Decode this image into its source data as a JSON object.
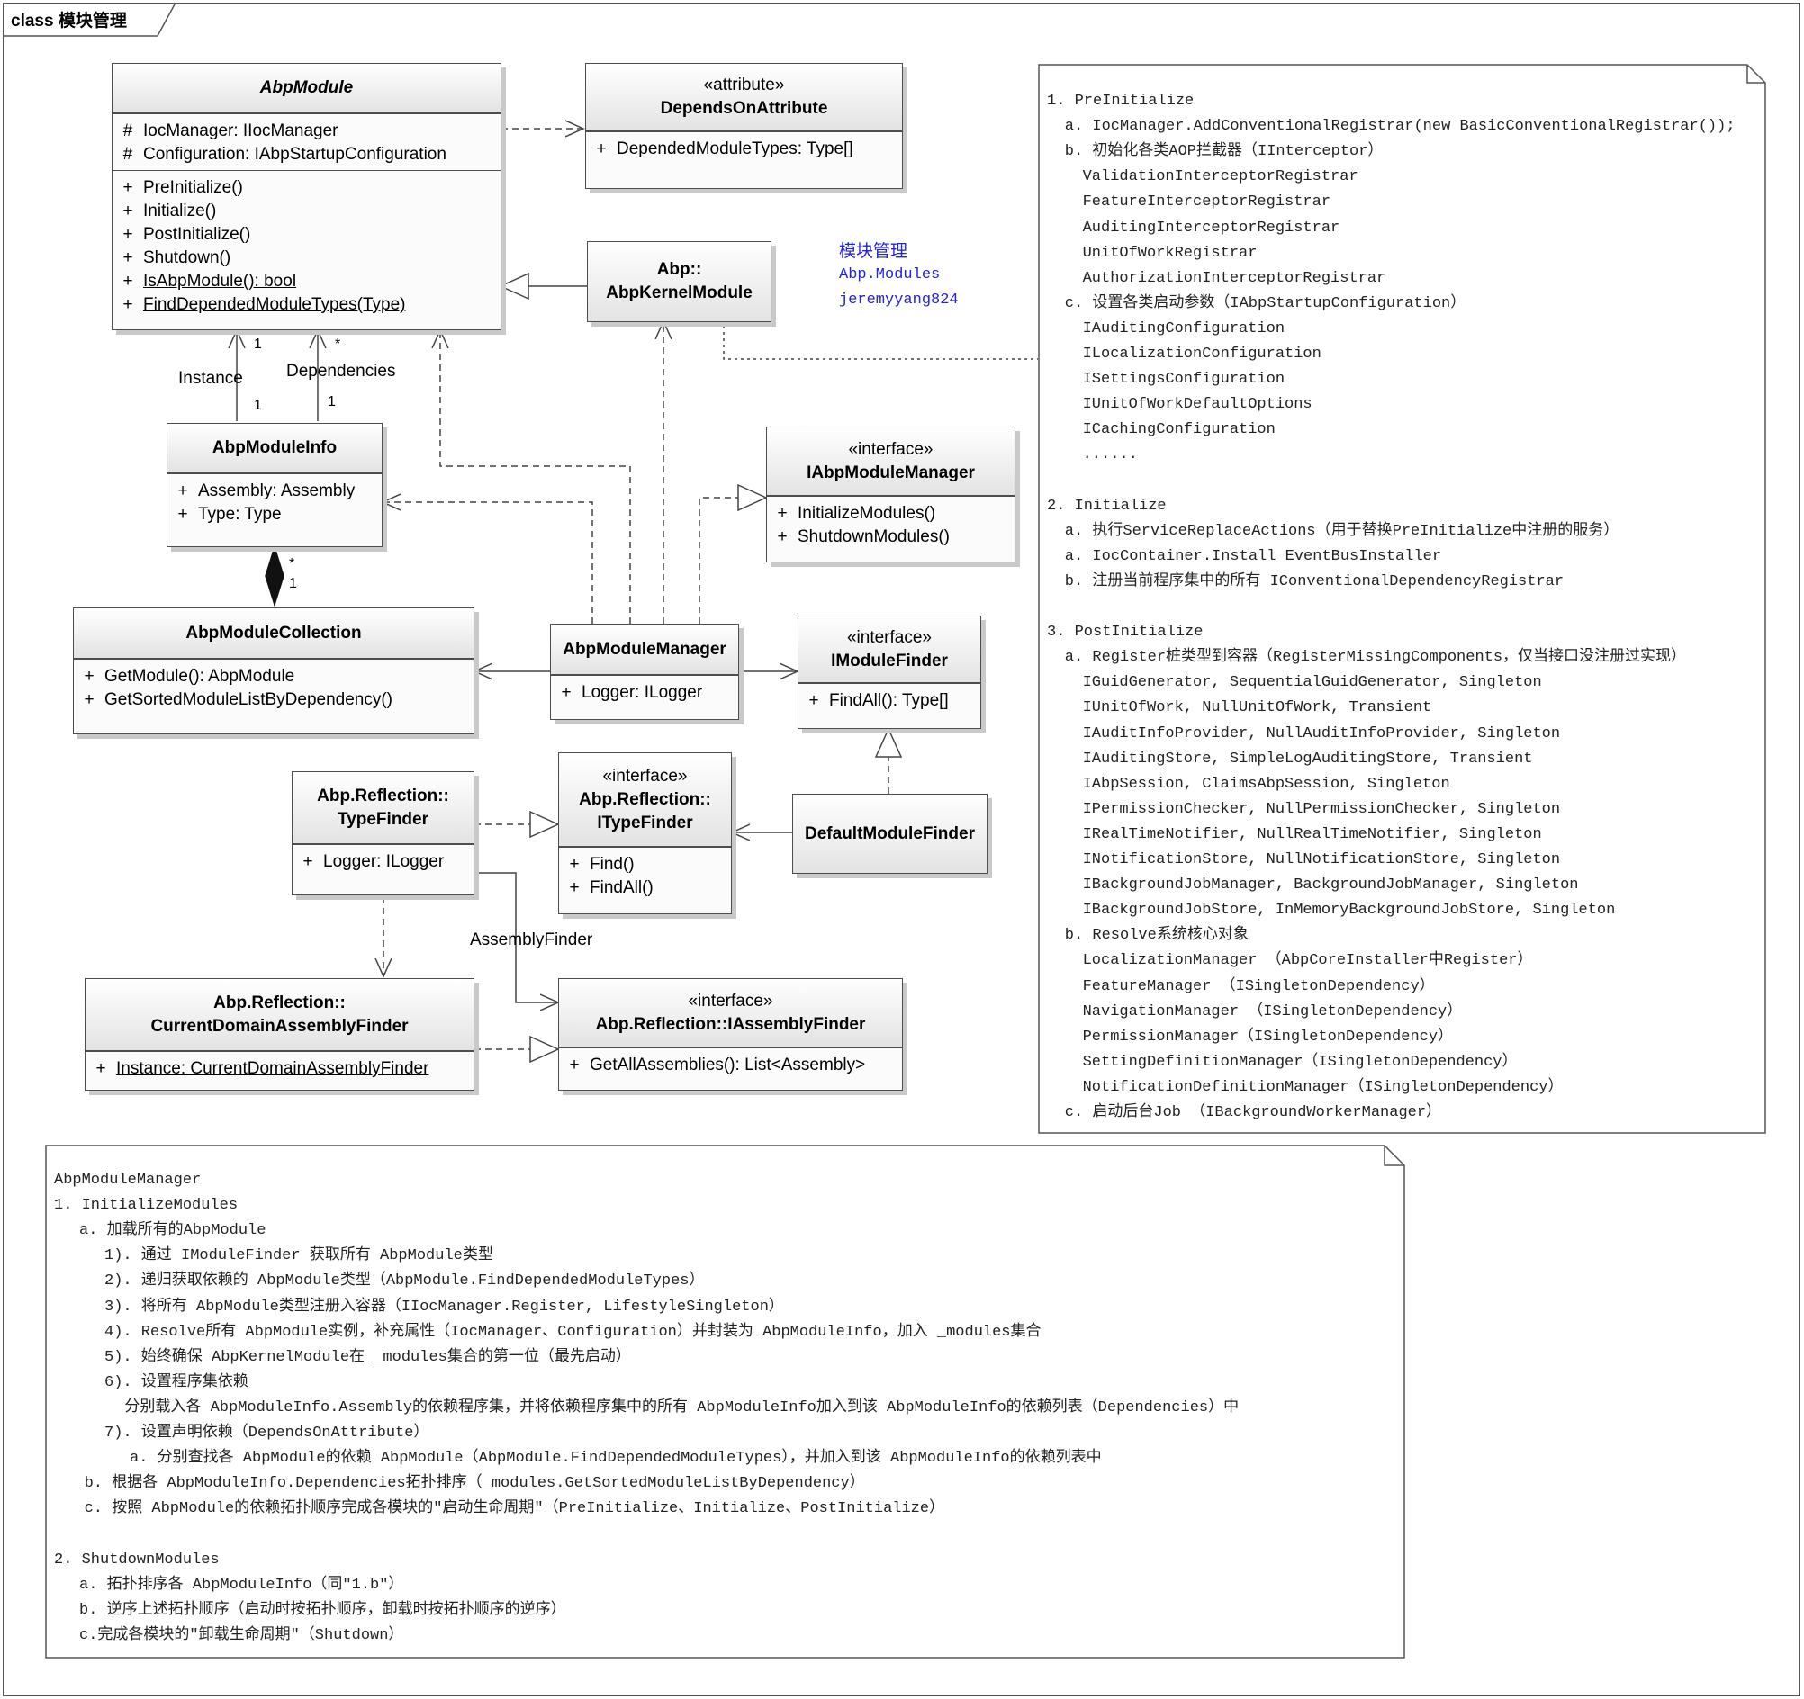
{
  "frame": {
    "title": "class 模块管理"
  },
  "classes": {
    "abp_module": {
      "name": "AbpModule",
      "attributes": [
        {
          "vis": "#",
          "text": "IocManager: IIocManager"
        },
        {
          "vis": "#",
          "text": "Configuration: IAbpStartupConfiguration"
        }
      ],
      "operations": [
        {
          "vis": "+",
          "text": "PreInitialize()"
        },
        {
          "vis": "+",
          "text": "Initialize()"
        },
        {
          "vis": "+",
          "text": "PostInitialize()"
        },
        {
          "vis": "+",
          "text": "Shutdown()"
        },
        {
          "vis": "+",
          "text": "IsAbpModule(): bool"
        },
        {
          "vis": "+",
          "text": "FindDependedModuleTypes(Type)"
        }
      ]
    },
    "depends_on_attribute": {
      "stereotype": "«attribute»",
      "name": "DependsOnAttribute",
      "attributes": [
        {
          "vis": "+",
          "text": "DependedModuleTypes: Type[]"
        }
      ]
    },
    "kernel_module": {
      "name_line1": "Abp::",
      "name_line2": "AbpKernelModule"
    },
    "module_info": {
      "name": "AbpModuleInfo",
      "attributes": [
        {
          "vis": "+",
          "text": "Assembly: Assembly"
        },
        {
          "vis": "+",
          "text": "Type: Type"
        }
      ]
    },
    "module_manager_interface": {
      "stereotype": "«interface»",
      "name": "IAbpModuleManager",
      "operations": [
        {
          "vis": "+",
          "text": "InitializeModules()"
        },
        {
          "vis": "+",
          "text": "ShutdownModules()"
        }
      ]
    },
    "module_collection": {
      "name": "AbpModuleCollection",
      "operations": [
        {
          "vis": "+",
          "text": "GetModule(): AbpModule"
        },
        {
          "vis": "+",
          "text": "GetSortedModuleListByDependency()"
        }
      ]
    },
    "module_manager": {
      "name": "AbpModuleManager",
      "attributes": [
        {
          "vis": "+",
          "text": "Logger: ILogger"
        }
      ]
    },
    "module_finder_interface": {
      "stereotype": "«interface»",
      "name": "IModuleFinder",
      "operations": [
        {
          "vis": "+",
          "text": "FindAll(): Type[]"
        }
      ]
    },
    "type_finder": {
      "name_line1": "Abp.Reflection::",
      "name_line2": "TypeFinder",
      "attributes": [
        {
          "vis": "+",
          "text": "Logger: ILogger"
        }
      ]
    },
    "type_finder_interface": {
      "stereotype": "«interface»",
      "name_line1": "Abp.Reflection::",
      "name_line2": "ITypeFinder",
      "operations": [
        {
          "vis": "+",
          "text": "Find()"
        },
        {
          "vis": "+",
          "text": "FindAll()"
        }
      ]
    },
    "default_module_finder": {
      "name": "DefaultModuleFinder"
    },
    "current_domain_assembly_finder": {
      "name_line1": "Abp.Reflection::",
      "name_line2": "CurrentDomainAssemblyFinder",
      "attributes": [
        {
          "vis": "+",
          "text": "Instance: CurrentDomainAssemblyFinder"
        }
      ]
    },
    "assembly_finder_interface": {
      "stereotype": "«interface»",
      "name": "Abp.Reflection::IAssemblyFinder",
      "operations": [
        {
          "vis": "+",
          "text": "GetAllAssemblies(): List<Assembly>"
        }
      ]
    }
  },
  "labels": {
    "instance": "Instance",
    "dependencies": "Dependencies",
    "assembly_finder": "AssemblyFinder",
    "mult_instance_top": "1",
    "mult_instance_bottom": "1",
    "mult_deps_top": "*",
    "mult_deps_bottom": "1",
    "mult_comp_star": "*",
    "mult_comp_one": "1"
  },
  "author_note": {
    "line1": "模块管理",
    "line2": "Abp.Modules",
    "line3": "jeremyyang824"
  },
  "right_note": [
    "1. PreInitialize",
    "   a. IocManager.AddConventionalRegistrar(new BasicConventionalRegistrar());",
    "   b. 初始化各类AOP拦截器（IInterceptor）",
    "      ValidationInterceptorRegistrar",
    "      FeatureInterceptorRegistrar",
    "      AuditingInterceptorRegistrar",
    "      UnitOfWorkRegistrar",
    "      AuthorizationInterceptorRegistrar",
    "   c. 设置各类启动参数（IAbpStartupConfiguration）",
    "      IAuditingConfiguration",
    "      ILocalizationConfiguration",
    "      ISettingsConfiguration",
    "      IUnitOfWorkDefaultOptions",
    "      ICachingConfiguration",
    "      ......",
    "",
    "2. Initialize",
    "   a. 执行ServiceReplaceActions（用于替换PreInitialize中注册的服务）",
    "   a. IocContainer.Install EventBusInstaller",
    "   b. 注册当前程序集中的所有 IConventionalDependencyRegistrar",
    "",
    "3. PostInitialize",
    "   a. Register桩类型到容器（RegisterMissingComponents，仅当接口没注册过实现）",
    "      IGuidGenerator, SequentialGuidGenerator, Singleton",
    "      IUnitOfWork, NullUnitOfWork, Transient",
    "      IAuditInfoProvider, NullAuditInfoProvider, Singleton",
    "      IAuditingStore, SimpleLogAuditingStore, Transient",
    "      IAbpSession, ClaimsAbpSession, Singleton",
    "      IPermissionChecker, NullPermissionChecker, Singleton",
    "      IRealTimeNotifier, NullRealTimeNotifier, Singleton",
    "      INotificationStore, NullNotificationStore, Singleton",
    "      IBackgroundJobManager, BackgroundJobManager, Singleton",
    "      IBackgroundJobStore, InMemoryBackgroundJobStore, Singleton",
    "   b. Resolve系统核心对象",
    "      LocalizationManager （AbpCoreInstaller中Register）",
    "      FeatureManager （ISingletonDependency）",
    "      NavigationManager （ISingletonDependency）",
    "      PermissionManager（ISingletonDependency）",
    "      SettingDefinitionManager（ISingletonDependency）",
    "      NotificationDefinitionManager（ISingletonDependency）",
    "   c. 启动后台Job （IBackgroundWorkerManager）"
  ],
  "bottom_note": [
    "AbpModuleManager",
    "1. InitializeModules",
    "     a. 加载所有的AbpModule",
    "          1). 通过 IModuleFinder 获取所有 AbpModule类型",
    "          2). 递归获取依赖的 AbpModule类型（AbpModule.FindDependedModuleTypes）",
    "          3). 将所有 AbpModule类型注册入容器（IIocManager.Register, LifestyleSingleton）",
    "          4). Resolve所有 AbpModule实例，补充属性（IocManager、Configuration）并封装为 AbpModuleInfo，加入 _modules集合",
    "          5). 始终确保 AbpKernelModule在 _modules集合的第一位（最先启动）",
    "          6). 设置程序集依赖",
    "              分别载入各 AbpModuleInfo.Assembly的依赖程序集，并将依赖程序集中的所有 AbpModuleInfo加入到该 AbpModuleInfo的依赖列表（Dependencies）中",
    "          7). 设置声明依赖（DependsOnAttribute）",
    "               a. 分别查找各 AbpModule的依赖 AbpModule（AbpModule.FindDependedModuleTypes），并加入到该 AbpModuleInfo的依赖列表中",
    "      b. 根据各 AbpModuleInfo.Dependencies拓扑排序（_modules.GetSortedModuleListByDependency）",
    "      c. 按照 AbpModule的依赖拓扑顺序完成各模块的\"启动生命周期\"（PreInitialize、Initialize、PostInitialize）",
    "",
    "2. ShutdownModules",
    "     a. 拓扑排序各 AbpModuleInfo（同\"1.b\"）",
    "     b. 逆序上述拓扑顺序（启动时按拓扑顺序，卸载时按拓扑顺序的逆序）",
    "     c.完成各模块的\"卸载生命周期\"（Shutdown）"
  ]
}
